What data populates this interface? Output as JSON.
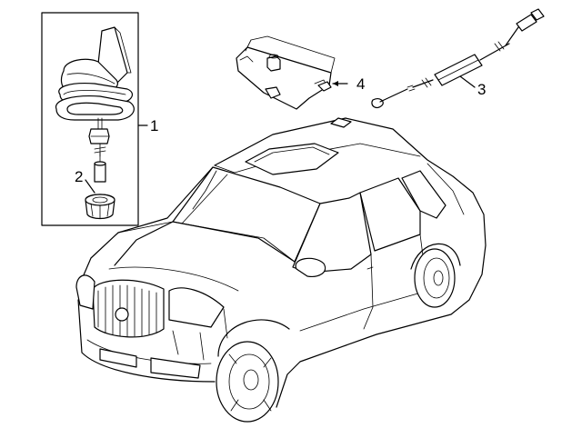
{
  "callouts": {
    "part_1": "1",
    "part_2": "2",
    "part_3": "3",
    "part_4": "4"
  }
}
